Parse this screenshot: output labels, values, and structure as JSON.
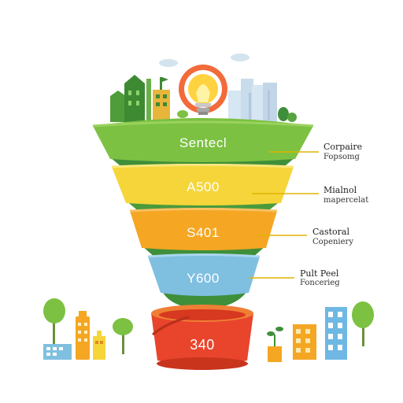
{
  "funnel": {
    "layers": [
      {
        "label": "Sentecl",
        "side_title": "Corpaire",
        "side_sub": "Fopsomg",
        "color": "#7cc142"
      },
      {
        "label": "A500",
        "side_title": "Mialnol",
        "side_sub": "mapercelat",
        "color": "#f5d53a"
      },
      {
        "label": "S401",
        "side_title": "Castoral",
        "side_sub": "Copeniery",
        "color": "#f5a623"
      },
      {
        "label": "Y600",
        "side_title": "Pult Peel",
        "side_sub": "Foncerieg",
        "color": "#7fbfe0"
      }
    ],
    "base": {
      "label": "340",
      "color": "#e8452c"
    }
  },
  "colors": {
    "ground": "#3f8f3a",
    "band_dark": "#4a9a3c",
    "leader": "#e0b400",
    "bulb": "#ffd23f",
    "sun": "#f26b3a"
  }
}
